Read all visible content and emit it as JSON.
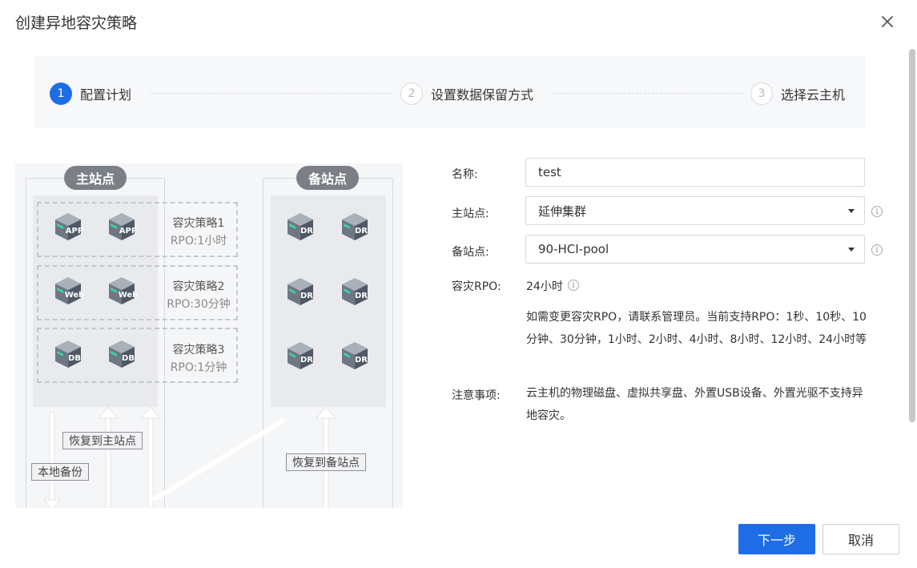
{
  "dialog": {
    "title": "创建异地容灾策略"
  },
  "steps": [
    {
      "number": "1",
      "label": "配置计划",
      "active": true
    },
    {
      "number": "2",
      "label": "设置数据保留方式",
      "active": false
    },
    {
      "number": "3",
      "label": "选择云主机",
      "active": false
    }
  ],
  "diagram": {
    "primary_site": "主站点",
    "backup_site": "备站点",
    "policies": [
      {
        "name": "容灾策略1",
        "rpo": "RPO:1小时",
        "server_label": "APP"
      },
      {
        "name": "容灾策略2",
        "rpo": "RPO:30分钟",
        "server_label": "Web"
      },
      {
        "name": "容灾策略3",
        "rpo": "RPO:1分钟",
        "server_label": "DB"
      }
    ],
    "backup_server_label": "DR",
    "tags": {
      "restore_primary": "恢复到主站点",
      "local_backup": "本地备份",
      "restore_backup": "恢复到备站点"
    }
  },
  "form": {
    "name": {
      "label": "名称:",
      "value": "test"
    },
    "primary_site": {
      "label": "主站点:",
      "value": "延伸集群"
    },
    "backup_site": {
      "label": "备站点:",
      "value": "90-HCI-pool"
    },
    "rpo": {
      "label": "容灾RPO:",
      "value": "24小时"
    },
    "rpo_note": "如需变更容灾RPO，请联系管理员。当前支持RPO：1秒、10秒、10分钟、30分钟，1小时、2小时、4小时、8小时、12小时、24小时等",
    "notes": {
      "label": "注意事项:",
      "value": "云主机的物理磁盘、虚拟共享盘、外置USB设备、外置光驱不支持异地容灾。"
    }
  },
  "footer": {
    "next_label": "下一步",
    "cancel_label": "取消"
  },
  "colors": {
    "primary": "#1e6de6",
    "pill": "#7b7f86"
  },
  "icons": {
    "close": "close-icon",
    "info": "info-icon",
    "dropdown": "chevron-down-icon"
  }
}
